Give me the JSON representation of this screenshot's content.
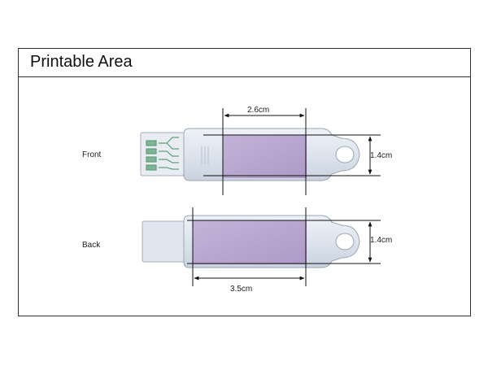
{
  "title": "Printable Area",
  "front": {
    "label": "Front",
    "width_label": "2.6cm",
    "height_label": "1.4cm"
  },
  "back": {
    "label": "Back",
    "width_label": "3.5cm",
    "height_label": "1.4cm"
  },
  "colors": {
    "print_area": "#b9a6d0",
    "body": "#dfe6ef",
    "outline": "#9aa6b4",
    "contacts": "#5f9e7d"
  }
}
